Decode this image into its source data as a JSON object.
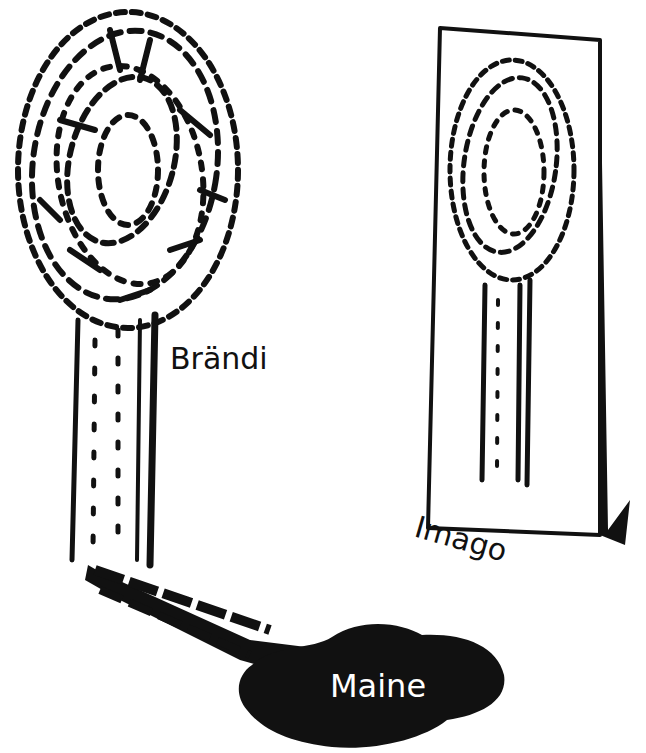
{
  "diagram": {
    "nodes": [
      {
        "text": [
          "Maine"
        ]
      }
    ],
    "labels": [
      "Brändi",
      "Imago"
    ]
  }
}
